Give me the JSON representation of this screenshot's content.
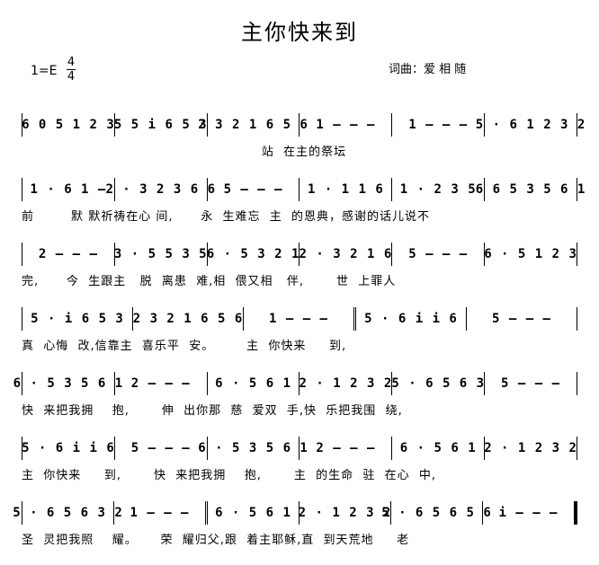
{
  "header": {
    "title": "主你快来到",
    "key": "1=E",
    "time_top": "4",
    "time_bottom": "4",
    "credit": "词曲：爱 相 随"
  },
  "rows": [
    {
      "measures": [
        "6 0 5 1 2 3",
        "5 5 i 6 5 3",
        "2 3 2 1 6 5 6",
        "1 – – –",
        "1 – – –",
        "5 · 6 1 2 3 2"
      ],
      "lyrics": "                                                    站  在主的祭坛"
    },
    {
      "measures": [
        "1 · 6 1 –",
        "2 · 3 2 3 6 6",
        "5 – – –",
        "1 · 1 1 6",
        "1 · 2 3 5",
        "6 6 5 3 5 6 1"
      ],
      "lyrics": "前        默 默祈祷在心 间,      永  生难忘  主  的恩典，感谢的话儿说不"
    },
    {
      "measures": [
        "2 – – –",
        "3 · 5 5 3 5",
        "6 · 5 3 2 1",
        "2 · 3 2 1 6",
        "5 – – –",
        "6 · 5 1 2 3"
      ],
      "lyrics": "完,      今  生跟主   脱  离患  难,相  偎又相   伴,       世  上罪人"
    },
    {
      "measures": [
        "5 · i 6 5 3",
        "2 3 2 1 6 5 6",
        "1 – – –",
        "5 · 6 i i 6",
        "5 – – –"
      ],
      "lyrics": "真  心悔  改,信靠主  喜乐平  安。       主  你快来     到,"
    },
    {
      "measures": [
        "6 · 5 3 5 6 1",
        "2 – – –",
        "6 · 5 6 1",
        "2 · 1 2 3 2",
        "5 · 6 5 6 3",
        "5 – – –"
      ],
      "lyrics": "快  来把我拥    抱,       伸  出你那  慈  爱双  手,快  乐把我围  绕,"
    },
    {
      "measures": [
        "5 · 6 i i 6",
        "5 – – –",
        "6 · 5 3 5 6 1",
        "2 – – –",
        "6 · 5 6 1",
        "2 · 1 2 3 2"
      ],
      "lyrics": "主  你快来     到,       快  来把我拥    抱,       主  的生命  驻  在心  中,"
    },
    {
      "measures": [
        "5 · 6 5 6 3 2",
        "1 – – –",
        "6 · 5 6 1",
        "2 · 1 2 3 2",
        "5 · 6 5 6 5 6",
        "i – – –"
      ],
      "lyrics": "圣  灵把我照    耀。     荣  耀归父,跟  着主耶稣,直  到天荒地     老"
    }
  ]
}
